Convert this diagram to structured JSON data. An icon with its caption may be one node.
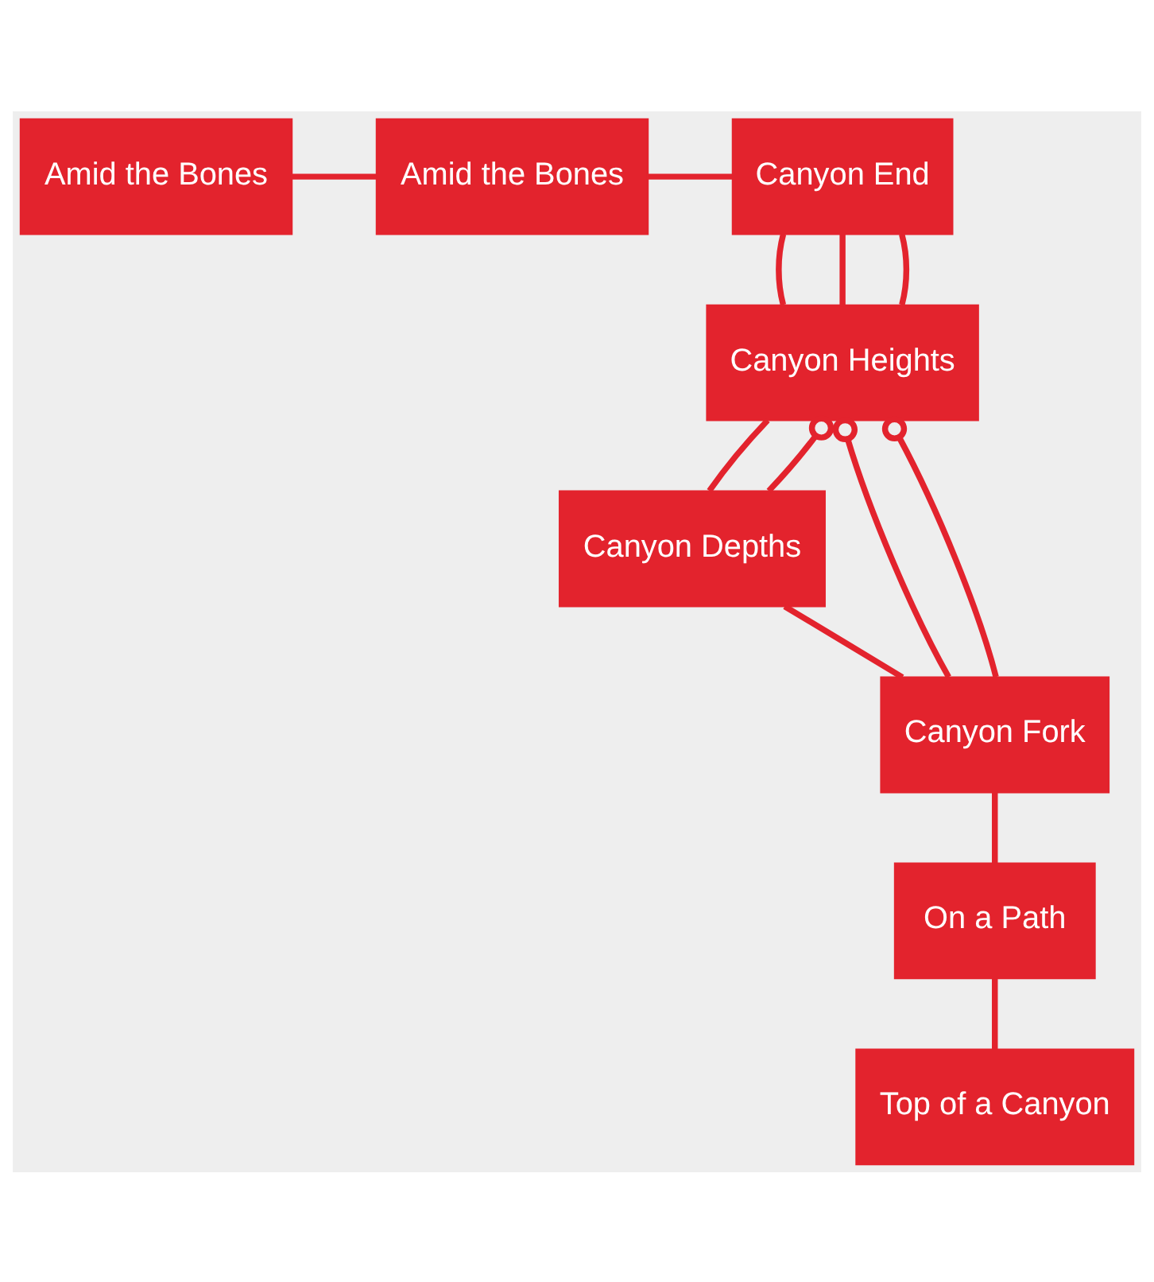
{
  "diagram": {
    "nodes": [
      {
        "text": [
          "Amid the Bones"
        ]
      },
      {
        "text": [
          "Amid the Bones"
        ]
      },
      {
        "text": [
          "Canyon End"
        ]
      },
      {
        "text": [
          "Canyon Heights"
        ]
      },
      {
        "text": [
          "Canyon Depths"
        ]
      },
      {
        "text": [
          "Canyon Fork"
        ]
      },
      {
        "text": [
          "On a Path"
        ]
      },
      {
        "text": [
          "Top of a Canyon"
        ]
      }
    ],
    "edges": [
      {
        "from": 0,
        "to": 1,
        "arrow": "none"
      },
      {
        "from": 1,
        "to": 2,
        "arrow": "none"
      },
      {
        "from": 2,
        "to": 3,
        "arrow": "none"
      },
      {
        "from": 2,
        "to": 3,
        "arrow": "none"
      },
      {
        "from": 2,
        "to": 3,
        "arrow": "none"
      },
      {
        "from": 3,
        "to": 4,
        "arrow": "none"
      },
      {
        "from": 3,
        "to": 4,
        "arrow": "other"
      },
      {
        "from": 3,
        "to": 5,
        "arrow": "other"
      },
      {
        "from": 4,
        "to": 5,
        "arrow": "none"
      },
      {
        "from": 3,
        "to": 5,
        "arrow": "other"
      },
      {
        "from": 5,
        "to": 6,
        "arrow": "none"
      },
      {
        "from": 6,
        "to": 7,
        "arrow": "none"
      }
    ]
  }
}
